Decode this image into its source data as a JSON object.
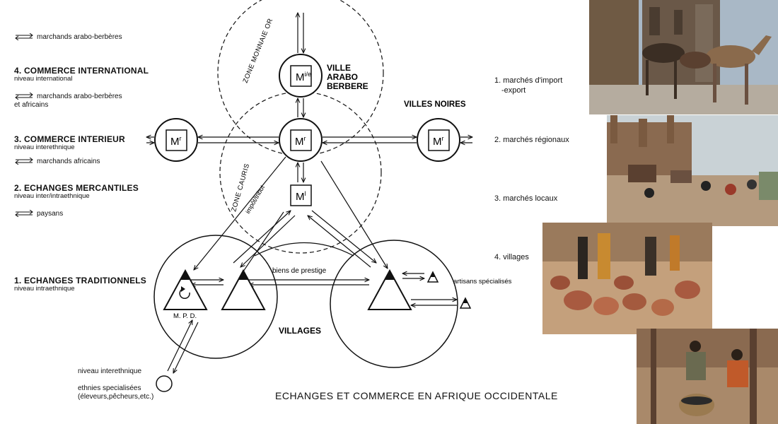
{
  "legend": {
    "arabo_merchants": "marchands arabo-berbères",
    "level4_title": "4. COMMERCE INTERNATIONAL",
    "level4_sub": "niveau international",
    "arabo_african_merchants_1": "marchands arabo-berbères",
    "arabo_african_merchants_2": "et africains",
    "level3_title": "3. COMMERCE INTERIEUR",
    "level3_sub": "niveau interethnique",
    "african_merchants": "marchands africains",
    "level2_title": "2. ECHANGES MERCANTILES",
    "level2_sub": "niveau inter/intraethnique",
    "peasants": "paysans",
    "level1_title": "1. ECHANGES TRADITIONNELS",
    "level1_sub": "niveau intraethnique",
    "interethnic": "niveau interethnique",
    "specialized_1": "ethnies specialisées",
    "specialized_2": "(éleveurs,pêcheurs,etc.)"
  },
  "diagram": {
    "zone_gold": "ZONE MONNAIE OR",
    "zone_cowrie": "ZONE CAURIS",
    "tax": "impôt/tribut",
    "city_1": "VILLE",
    "city_2": "ARABO",
    "city_3": "BERBERE",
    "black_cities": "VILLES NOIRES",
    "prestige": "biens de prestige",
    "artisans": "artisans spécialisés",
    "villages": "VILLAGES",
    "mpd": "M. P. D.",
    "m_ie": "M",
    "m_ie_sup": "i/e",
    "m_r": "M",
    "m_r_sup": "r",
    "m_l": "M",
    "m_l_sup": "l"
  },
  "markets": {
    "m1_line1": "1. marchés d'import",
    "m1_line2": "-export",
    "m2": "2. marchés régionaux",
    "m3": "3. marchés locaux",
    "m4": "4. villages"
  },
  "title": "ECHANGES ET COMMERCE EN AFRIQUE OCCIDENTALE"
}
